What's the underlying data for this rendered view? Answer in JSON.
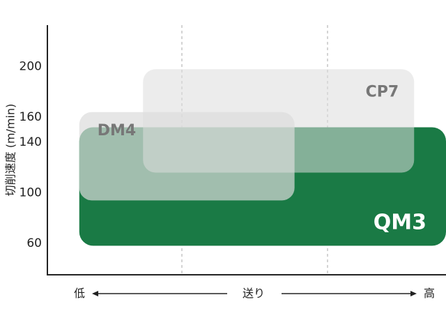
{
  "chart_data": {
    "type": "region-chart",
    "ylabel": "切削速度 (m/min)",
    "yticks": [
      60,
      100,
      140,
      160,
      200
    ],
    "ylim": [
      35,
      233
    ],
    "x_axis": {
      "low": "低",
      "center": "送り",
      "high": "高"
    },
    "regions": [
      {
        "name": "QM3",
        "y_range": [
          58,
          152
        ],
        "x_range": [
          0.08,
          1.0
        ],
        "color": "#1a7a45"
      },
      {
        "name": "DM4",
        "y_range": [
          94,
          164
        ],
        "x_range": [
          0.08,
          0.62
        ],
        "color": "#dcdcdc"
      },
      {
        "name": "CP7",
        "y_range": [
          116,
          198
        ],
        "x_range": [
          0.24,
          0.92
        ],
        "color": "#dcdcdc"
      }
    ]
  }
}
